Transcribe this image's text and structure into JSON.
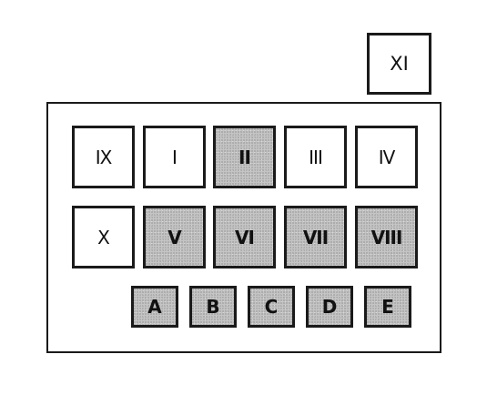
{
  "top_box": {
    "label": "XI"
  },
  "row1": [
    {
      "label": "IX",
      "shaded": false
    },
    {
      "label": "I",
      "shaded": false
    },
    {
      "label": "II",
      "shaded": true
    },
    {
      "label": "III",
      "shaded": false
    },
    {
      "label": "IV",
      "shaded": false
    }
  ],
  "row2": [
    {
      "label": "X",
      "shaded": false
    },
    {
      "label": "V",
      "shaded": true
    },
    {
      "label": "VI",
      "shaded": true
    },
    {
      "label": "VII",
      "shaded": true
    },
    {
      "label": "VIII",
      "shaded": true
    }
  ],
  "row3": [
    {
      "label": "A",
      "shaded": true
    },
    {
      "label": "B",
      "shaded": true
    },
    {
      "label": "C",
      "shaded": true
    },
    {
      "label": "D",
      "shaded": true
    },
    {
      "label": "E",
      "shaded": true
    }
  ],
  "colors": {
    "border": "#1a1a1a",
    "shaded_fill": "#c4c4c4",
    "plain_fill": "#ffffff"
  }
}
